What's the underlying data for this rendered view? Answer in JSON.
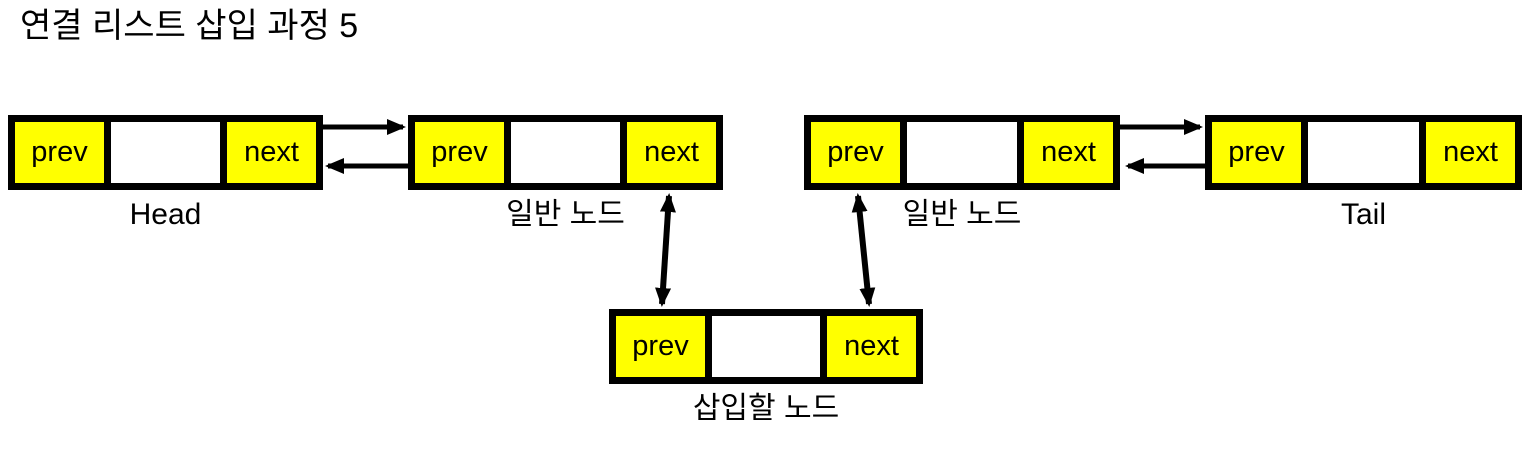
{
  "title": "연결 리스트 삽입 과정 5",
  "nodes": [
    {
      "name": "head",
      "label": "Head",
      "prev_label": "prev",
      "next_label": "next"
    },
    {
      "name": "normal-node-1",
      "label": "일반 노드",
      "prev_label": "prev",
      "next_label": "next"
    },
    {
      "name": "normal-node-2",
      "label": "일반 노드",
      "prev_label": "prev",
      "next_label": "next"
    },
    {
      "name": "tail",
      "label": "Tail",
      "prev_label": "prev",
      "next_label": "next"
    },
    {
      "name": "insert-node",
      "label": "삽입할 노드",
      "prev_label": "prev",
      "next_label": "next"
    }
  ],
  "edges": [
    {
      "from": "head.next",
      "to": "normal-node-1.prev",
      "direction": "right"
    },
    {
      "from": "normal-node-1.prev",
      "to": "head.next",
      "direction": "left"
    },
    {
      "from": "normal-node-2.next",
      "to": "tail.prev",
      "direction": "right"
    },
    {
      "from": "tail.prev",
      "to": "normal-node-2.next",
      "direction": "left"
    },
    {
      "from": "normal-node-1.next",
      "to": "insert-node.prev",
      "direction": "both"
    },
    {
      "from": "normal-node-2.prev",
      "to": "insert-node.next",
      "direction": "both"
    }
  ],
  "colors": {
    "cell_fill": "#ffff00",
    "border": "#000000",
    "background": "#ffffff",
    "text": "#000000"
  }
}
